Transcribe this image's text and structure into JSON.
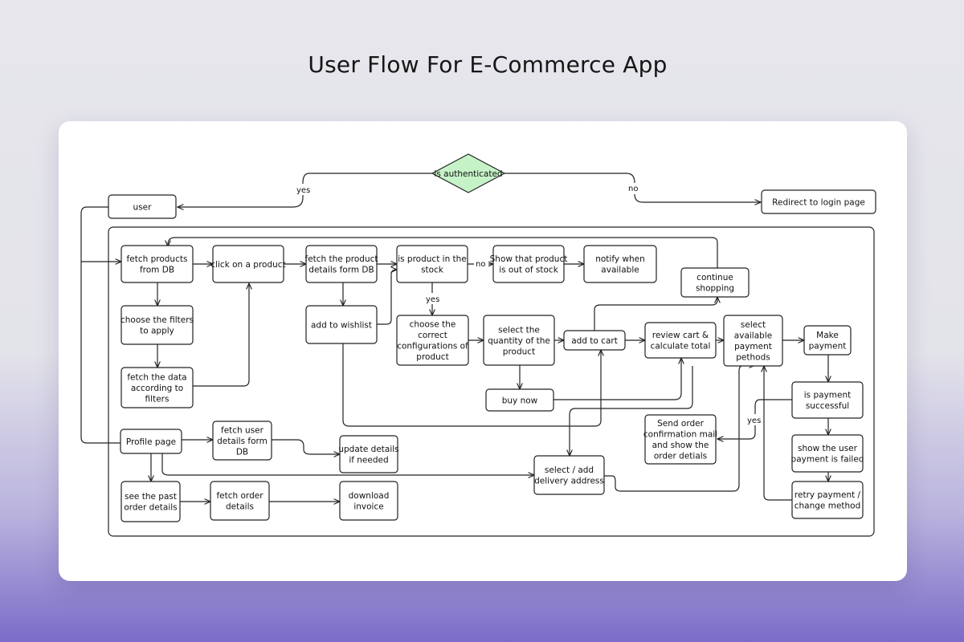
{
  "title": "User Flow For E-Commerce App",
  "colors": {
    "user": "#c6f2c8",
    "redirect": "#f5c2c2",
    "decision": "#c6f2c8"
  },
  "nodes": {
    "is_authenticated": [
      "is authenticated"
    ],
    "user": [
      "user"
    ],
    "redirect": [
      "Redirect to login page"
    ],
    "fetch_products": [
      "fetch products",
      "from DB"
    ],
    "click_product": [
      "click on a product"
    ],
    "fetch_details": [
      "fetch the product",
      "details form DB"
    ],
    "in_stock": [
      "is product in the",
      "stock"
    ],
    "out_of_stock": [
      "Show that product",
      "is out of stock"
    ],
    "notify": [
      "notify when",
      "available"
    ],
    "continue_shopping": [
      "continue",
      "shopping"
    ],
    "choose_filters": [
      "choose the filters",
      "to apply"
    ],
    "add_wishlist": [
      "add to wishlist"
    ],
    "choose_config": [
      "choose the",
      "correct",
      "configurations of",
      "product"
    ],
    "select_quantity": [
      "select the",
      "quantity of the",
      "product"
    ],
    "add_cart": [
      "add to cart"
    ],
    "review_cart": [
      "review cart &",
      "calculate total"
    ],
    "select_payment": [
      "select",
      "available",
      "payment",
      "pethods"
    ],
    "make_payment": [
      "Make",
      "payment"
    ],
    "fetch_filtered": [
      "fetch the data",
      "according to",
      "filters"
    ],
    "buy_now": [
      "buy now"
    ],
    "payment_success": [
      "is payment",
      "successful"
    ],
    "send_mail": [
      "Send order",
      "confirmation mail",
      "and show the",
      "order detials"
    ],
    "profile_page": [
      "Profile page"
    ],
    "fetch_user": [
      "fetch user",
      "details form",
      "DB"
    ],
    "update_details": [
      "update details",
      "if needed"
    ],
    "payment_failed": [
      "show the user",
      "payment is failed"
    ],
    "select_address": [
      "select / add",
      "delivery address"
    ],
    "past_orders": [
      "see the past",
      "order details"
    ],
    "fetch_order": [
      "fetch order",
      "details"
    ],
    "download_invoice": [
      "download",
      "invoice"
    ],
    "retry_payment": [
      "retry payment /",
      "change method"
    ]
  },
  "edge_labels": {
    "yes_auth": "yes",
    "no_auth": "no",
    "no_stock": "no",
    "yes_stock": "yes",
    "yes_payment": "yes"
  }
}
